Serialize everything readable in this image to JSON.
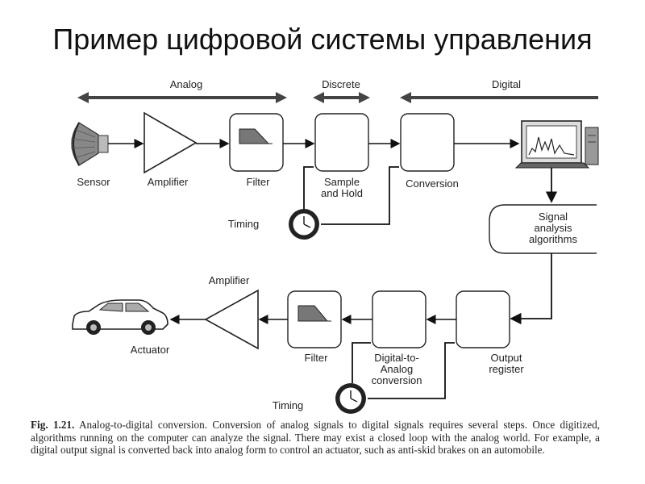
{
  "title": "Пример цифровой системы управления",
  "sections": {
    "analog": "Analog",
    "discrete": "Discrete",
    "digital": "Digital"
  },
  "top_row": {
    "sensor": "Sensor",
    "amplifier": "Amplifier",
    "filter": "Filter",
    "sample_hold_1": "Sample",
    "sample_hold_2": "and Hold",
    "conversion": "Conversion",
    "timing": "Timing"
  },
  "right_column": {
    "signal_1": "Signal",
    "signal_2": "analysis",
    "signal_3": "algorithms"
  },
  "bottom_row": {
    "amplifier": "Amplifier",
    "actuator": "Actuator",
    "filter": "Filter",
    "dac_1": "Digital-to-",
    "dac_2": "Analog",
    "dac_3": "conversion",
    "output_1": "Output",
    "output_2": "register",
    "timing": "Timing"
  },
  "caption": {
    "fig": "Fig. 1.21.",
    "text": "Analog-to-digital conversion. Conversion of analog signals to digital signals requires several steps. Once digitized, algorithms running on the computer can analyze the signal. There may exist a closed loop with the analog world. For example, a digital output signal is converted back into analog form to control an actuator, such as anti-skid brakes on an automobile."
  },
  "icons": [
    "sensor-icon",
    "amplifier-triangle-icon",
    "filter-response-icon",
    "clock-icon",
    "computer-monitor-icon",
    "car-icon"
  ]
}
